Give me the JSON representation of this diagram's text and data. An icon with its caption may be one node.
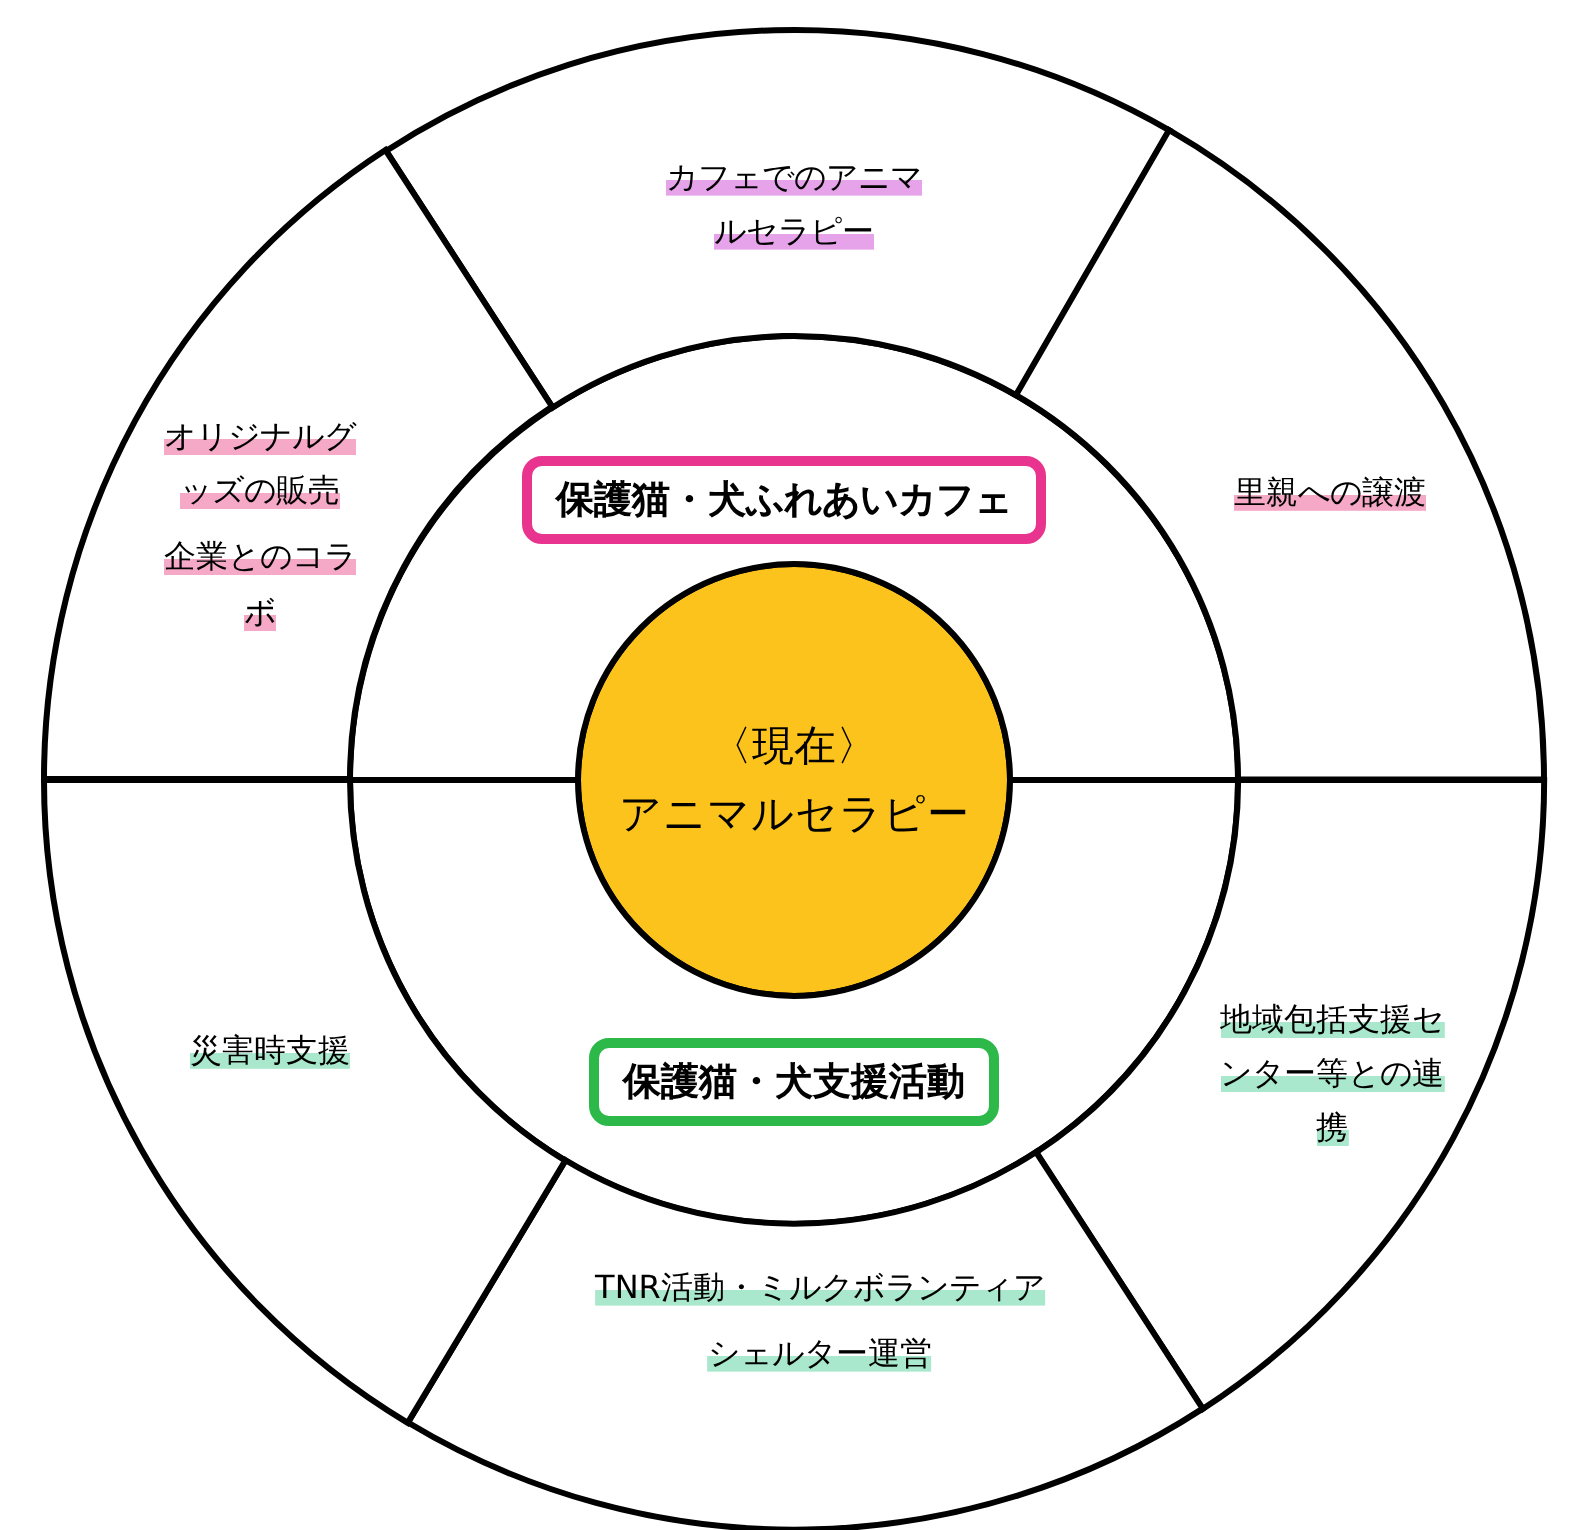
{
  "diagram": {
    "nodes": [
      {
        "text": [
          "〈現在〉",
          "アニマルセラピー"
        ]
      },
      {
        "text": [
          "保護猫・犬ふれあいカフェ"
        ]
      },
      {
        "text": [
          "保護猫・犬支援活動"
        ]
      },
      {
        "text": [
          "カフェでのアニマルセラピー"
        ]
      },
      {
        "text": [
          "里親への譲渡"
        ]
      },
      {
        "text": [
          "地域包括支援センター等との連携"
        ]
      },
      {
        "text": [
          "TNR活動・ミルクボランティア",
          "シェルター運営"
        ]
      },
      {
        "text": [
          "災害時支援"
        ]
      },
      {
        "text": [
          "オリジナルグッズの販売",
          "企業とのコラボ"
        ]
      }
    ]
  }
}
